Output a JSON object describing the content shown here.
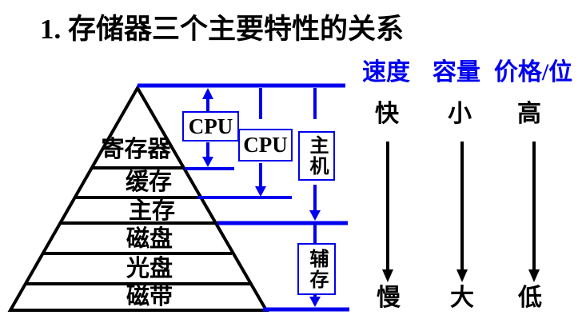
{
  "title": "1. 存储器三个主要特性的关系",
  "colors": {
    "accent_blue": "#0000ee",
    "black": "#000000",
    "background": "#ffffff"
  },
  "pyramid": {
    "levels": [
      {
        "label": "寄存器"
      },
      {
        "label": "缓存"
      },
      {
        "label": "主存"
      },
      {
        "label": "磁盘"
      },
      {
        "label": "光盘"
      },
      {
        "label": "磁带"
      }
    ]
  },
  "boxes": {
    "cpu_top": "CPU",
    "cpu_mid": "CPU",
    "host": "主机",
    "aux": "辅存"
  },
  "columns": [
    {
      "header": "速度",
      "top": "快",
      "bottom": "慢"
    },
    {
      "header": "容量",
      "top": "小",
      "bottom": "大"
    },
    {
      "header": "价格/位",
      "top": "高",
      "bottom": "低"
    }
  ]
}
